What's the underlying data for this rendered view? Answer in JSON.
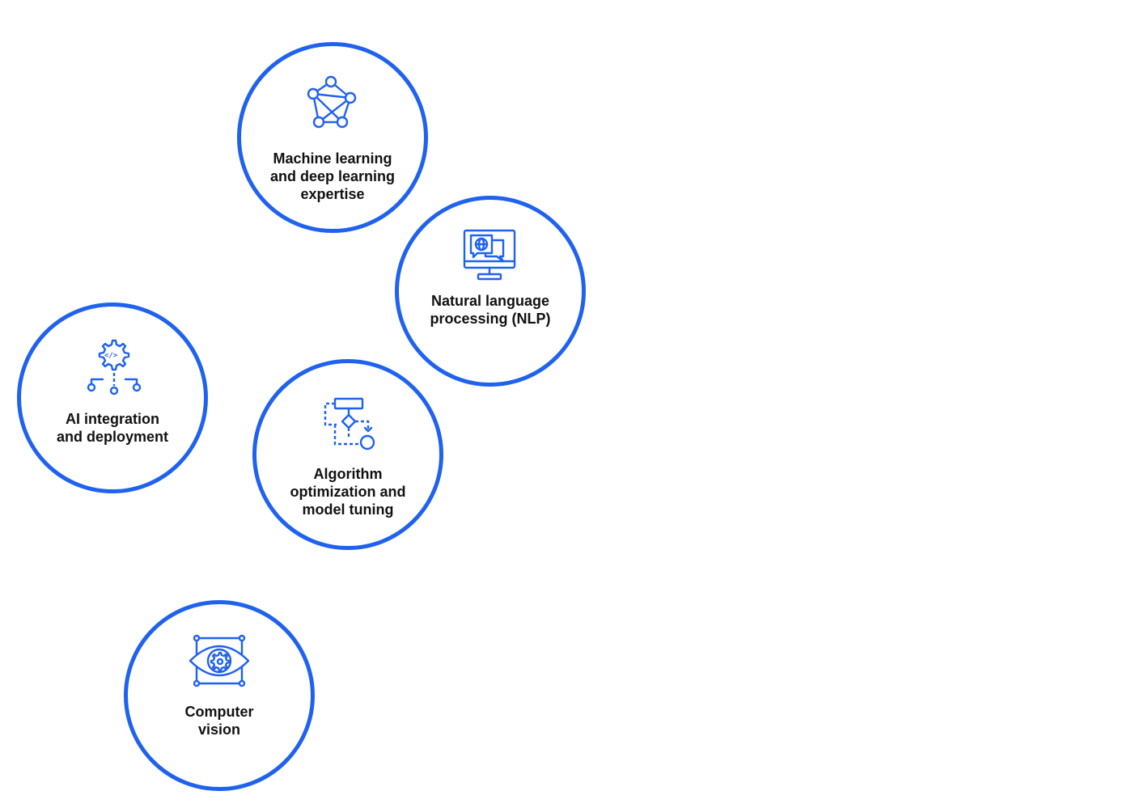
{
  "accent_color": "#1f62ef",
  "items": [
    {
      "label": "Machine learning\nand deep learning\nexpertise",
      "icon": "neural-network-icon"
    },
    {
      "label": "Natural language\nprocessing (NLP)",
      "icon": "monitor-chat-globe-icon"
    },
    {
      "label": "AI integration\nand deployment",
      "icon": "gear-code-network-icon"
    },
    {
      "label": "Algorithm\noptimization and\nmodel tuning",
      "icon": "flowchart-icon"
    },
    {
      "label": "Computer\nvision",
      "icon": "eye-gear-icon"
    }
  ]
}
